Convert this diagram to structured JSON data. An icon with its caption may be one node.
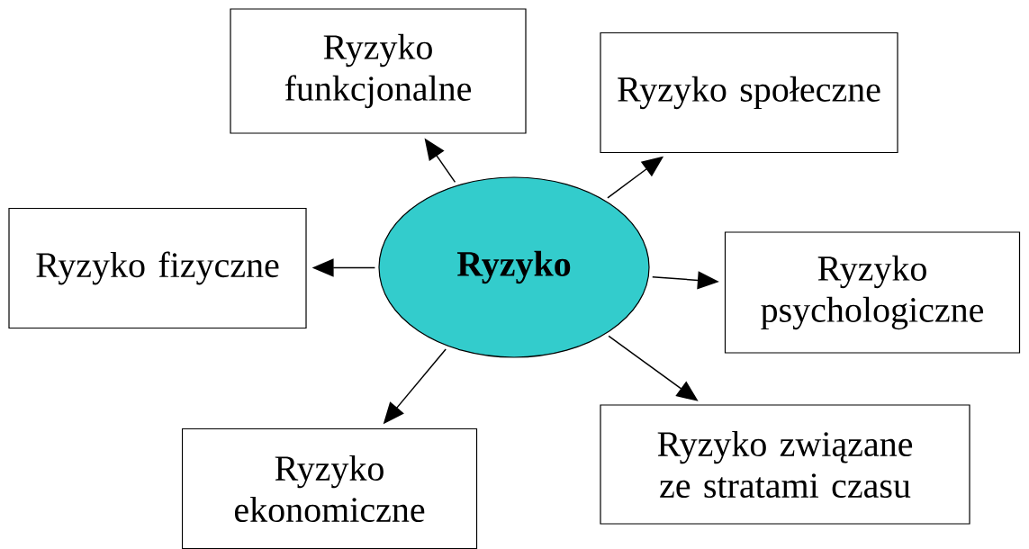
{
  "diagram": {
    "nodes": [
      {
        "text": [
          "Ryzyko"
        ]
      },
      {
        "text": [
          "Ryzyko funkcjonalne"
        ]
      },
      {
        "text": [
          "Ryzyko społeczne"
        ]
      },
      {
        "text": [
          "Ryzyko fizyczne"
        ]
      },
      {
        "text": [
          "Ryzyko psychologiczne"
        ]
      },
      {
        "text": [
          "Ryzyko ekonomiczne"
        ]
      },
      {
        "text": [
          "Ryzyko związane ze stratami czasu"
        ]
      }
    ],
    "edges": [
      {
        "from": 0,
        "to": 1,
        "arrow": "to"
      },
      {
        "from": 0,
        "to": 2,
        "arrow": "to"
      },
      {
        "from": 0,
        "to": 3,
        "arrow": "to"
      },
      {
        "from": 0,
        "to": 4,
        "arrow": "to"
      },
      {
        "from": 0,
        "to": 5,
        "arrow": "to"
      },
      {
        "from": 0,
        "to": 6,
        "arrow": "to"
      }
    ]
  }
}
